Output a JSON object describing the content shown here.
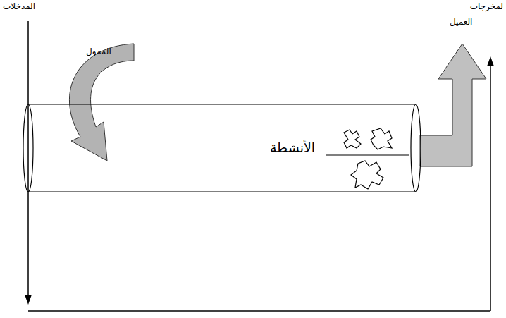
{
  "diagram": {
    "nodes": [
      {
        "text": [
          "الأنشطة"
        ]
      }
    ],
    "labels": [
      "المدخلات",
      "لمخرجات",
      "الممول",
      "العميل"
    ]
  }
}
